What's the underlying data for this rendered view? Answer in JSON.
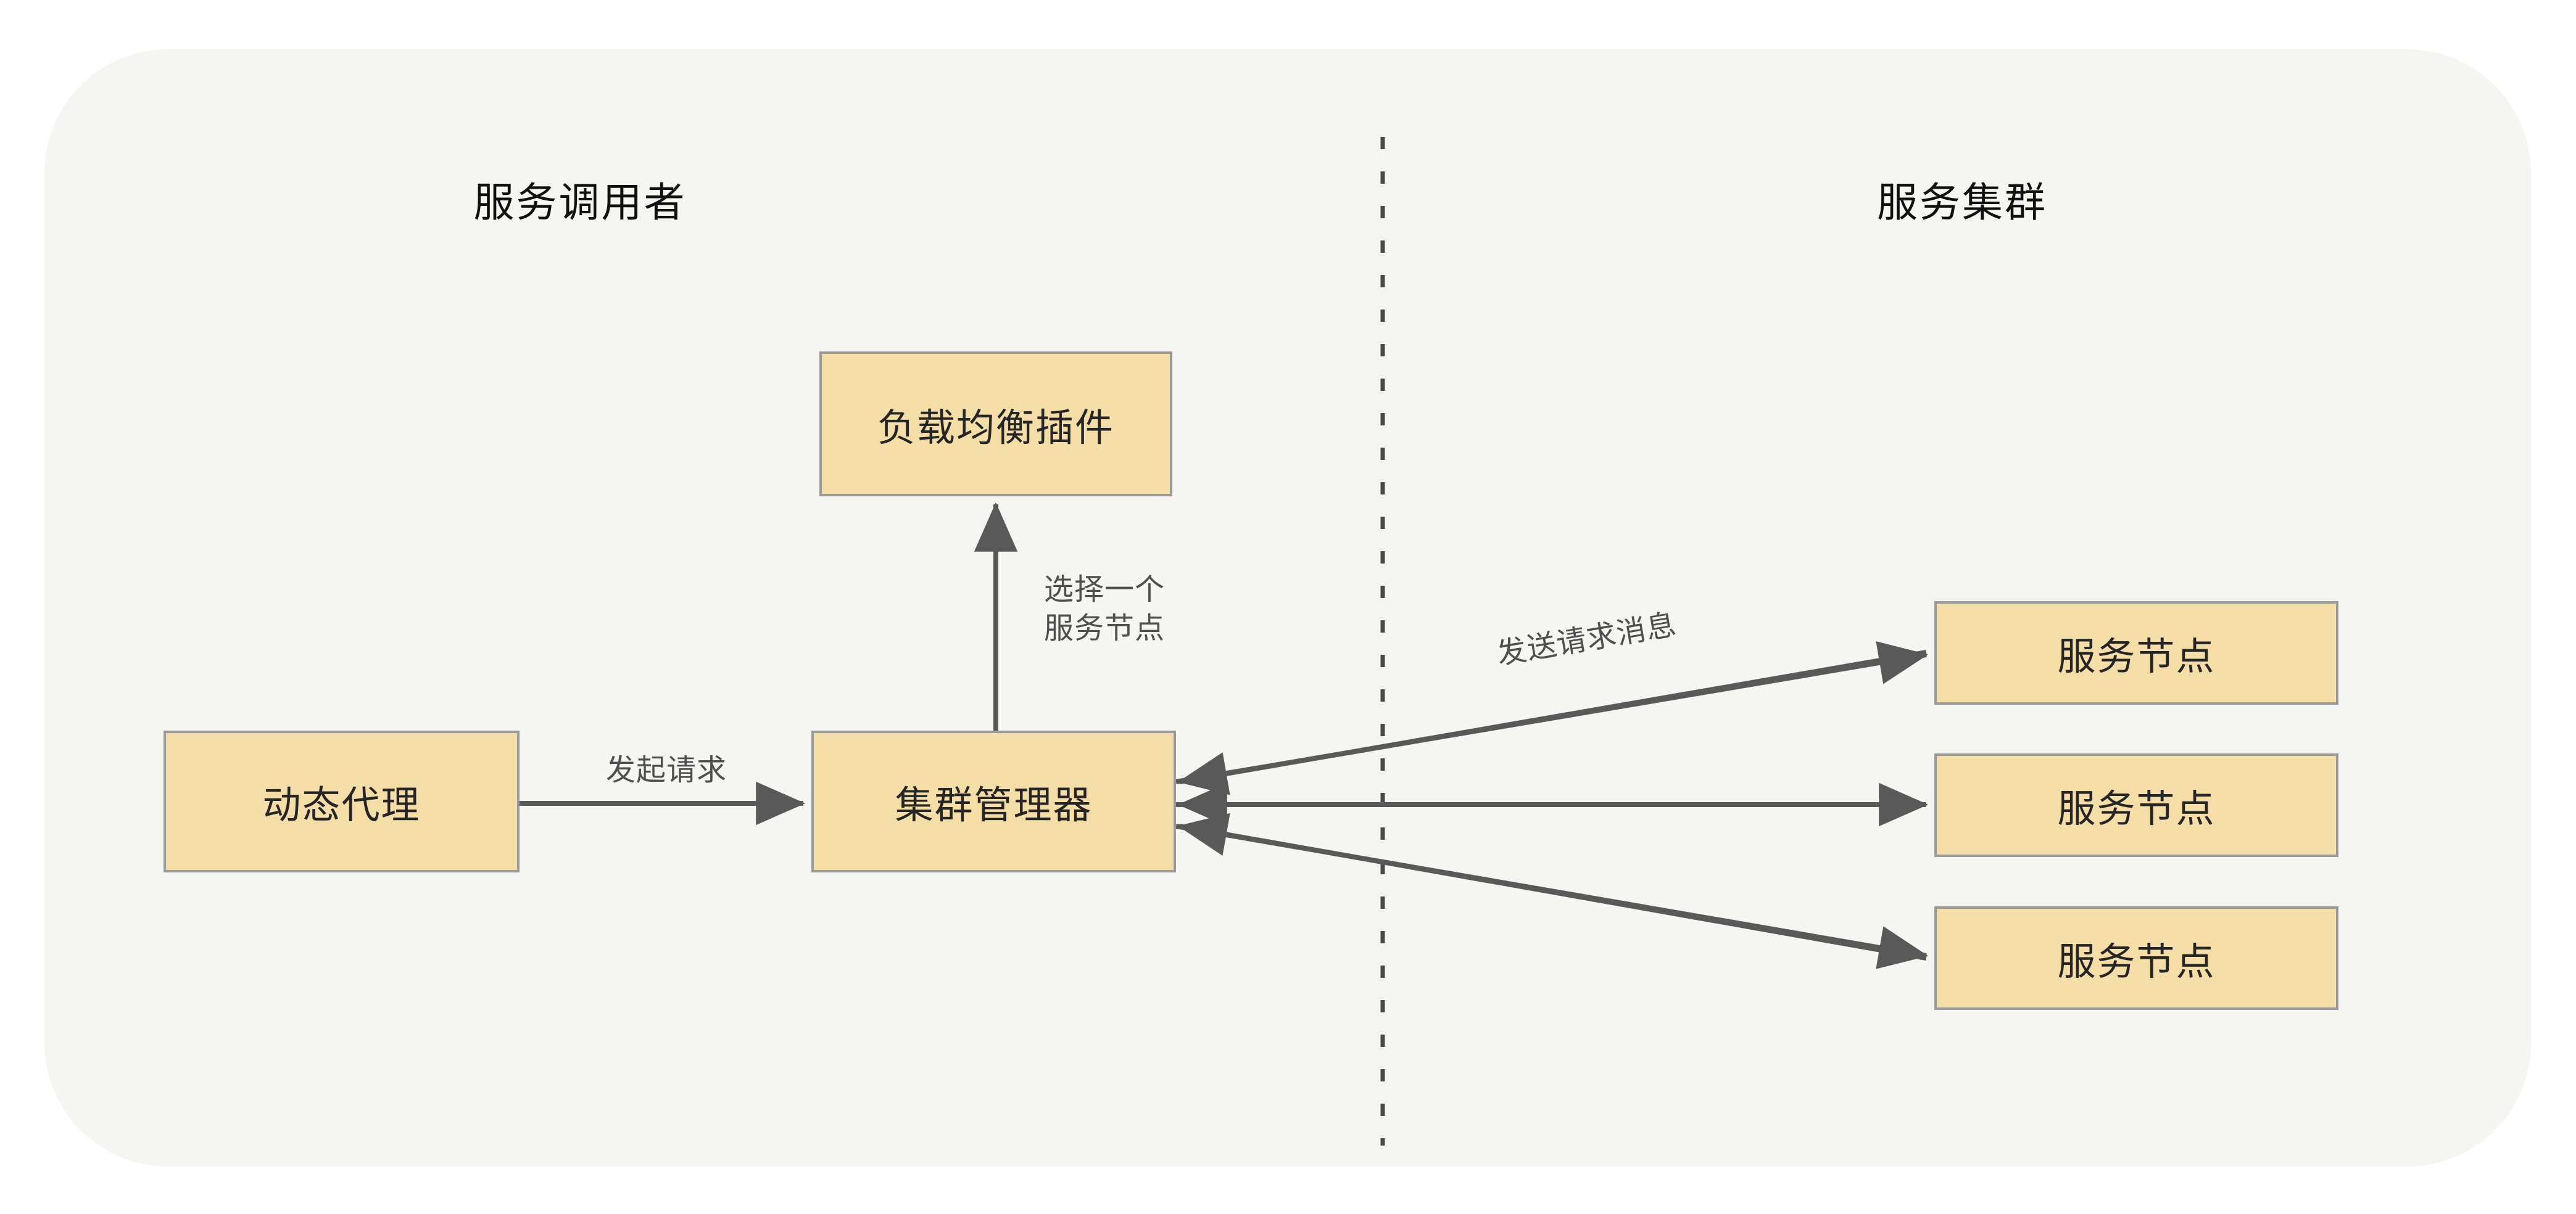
{
  "diagram": {
    "title_left": "服务调用者",
    "title_right": "服务集群",
    "sections": [
      {
        "name": "caller",
        "label": "服务调用者"
      },
      {
        "name": "cluster",
        "label": "服务集群"
      }
    ],
    "nodes": {
      "load_balancer": "负载均衡插件",
      "dynamic_proxy": "动态代理",
      "cluster_manager": "集群管理器",
      "service_node_1": "服务节点",
      "service_node_2": "服务节点",
      "service_node_3": "服务节点"
    },
    "edge_labels": {
      "select_node_line1": "选择一个",
      "select_node_line2": "服务节点",
      "initiate_request": "发起请求",
      "send_request_message": "发送请求消息"
    },
    "colors": {
      "panel_background": "#f5f6f1",
      "node_fill": "#f5dda7",
      "node_border": "#9a9a9a",
      "arrow": "#595959",
      "divider": "#4a4a4a",
      "title_text": "#101010",
      "label_text": "#4f4f4f"
    }
  }
}
